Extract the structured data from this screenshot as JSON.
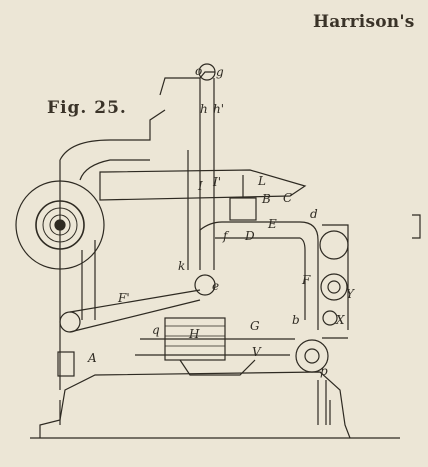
{
  "header": {
    "title": "Harrison's"
  },
  "figure": {
    "caption": "Fig. 25."
  },
  "labels": {
    "A": "A",
    "B": "B",
    "C": "C",
    "D": "D",
    "E": "E",
    "F": "F",
    "F_prime": "F'",
    "G": "G",
    "H": "H",
    "I": "I",
    "I_prime": "I'",
    "L": "L",
    "V": "V",
    "X": "X",
    "Y": "Y",
    "b": "b",
    "d": "d",
    "e": "e",
    "f": "f",
    "g": "g",
    "h": "h",
    "h_prime": "h'",
    "k": "k",
    "o": "o",
    "p": "p",
    "q": "q"
  },
  "colors": {
    "paper": "#ece6d6",
    "ink": "#2e2a22",
    "hatch": "#4a4438"
  }
}
